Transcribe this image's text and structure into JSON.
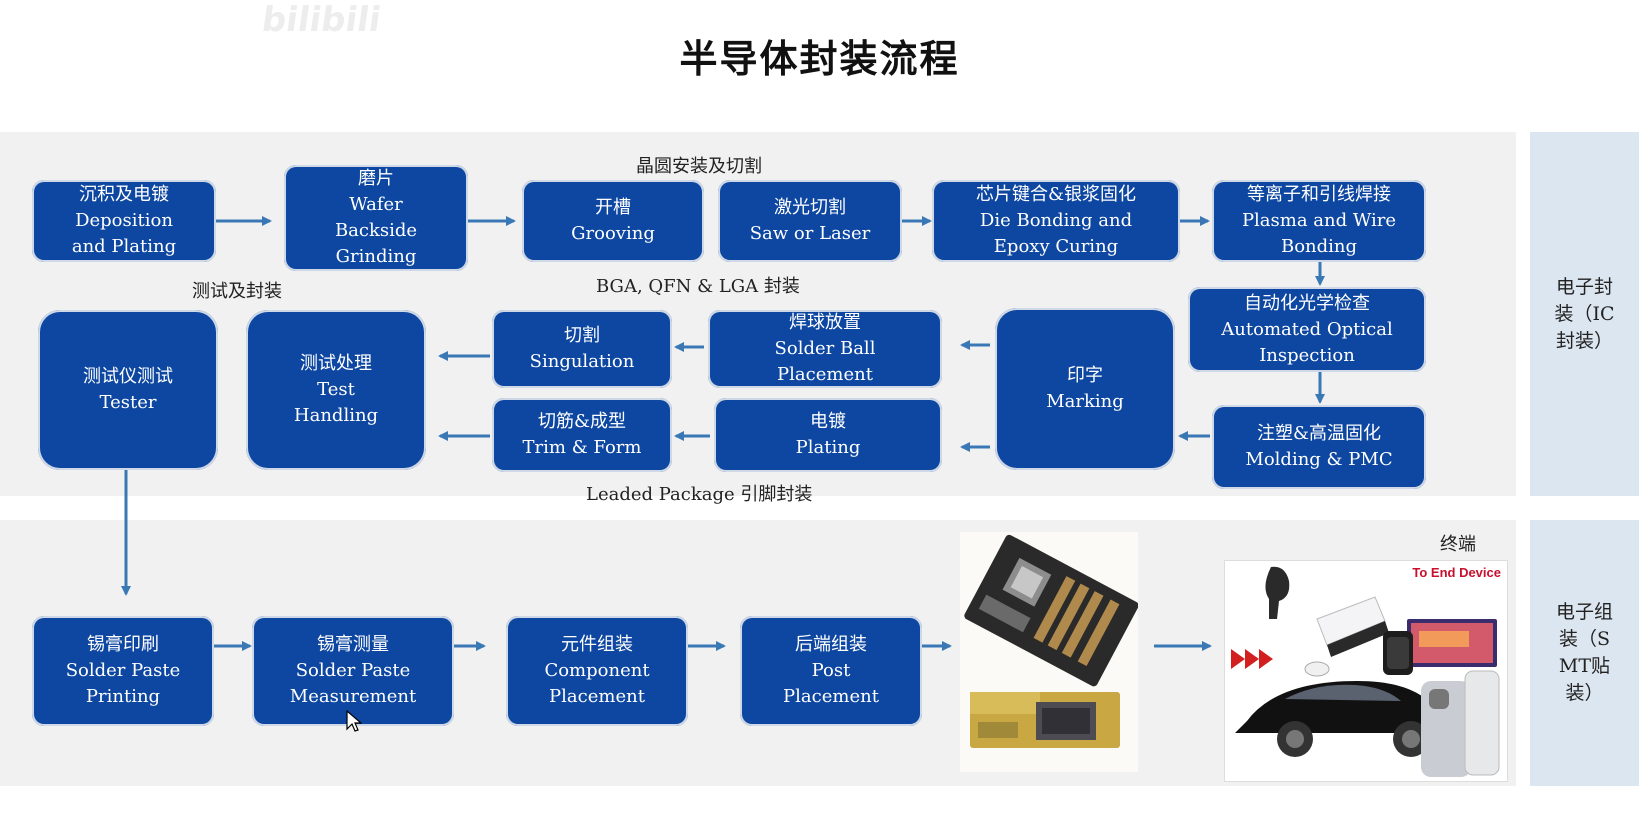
{
  "title": "半导体封装流程",
  "watermark": "bilibili",
  "side_labels": {
    "ic": "电子封装（IC封装）",
    "smt": "电子组装（SMT贴装）"
  },
  "group_labels": {
    "wafer": "晶圆安装及切割",
    "test": "测试及封装",
    "bga": "BGA, QFN & LGA 封装",
    "leaded": "Leaded Package 引脚封装",
    "terminal": "终端"
  },
  "steps": {
    "deposition": {
      "zh": "沉积及电镀",
      "en1": "Deposition",
      "en2": "and Plating"
    },
    "grinding": {
      "zh": "磨片",
      "en1": "Wafer",
      "en2": "Backside",
      "en3": "Grinding"
    },
    "grooving": {
      "zh": "开槽",
      "en1": "Grooving"
    },
    "saw": {
      "zh": "激光切割",
      "en1": "Saw or Laser"
    },
    "die": {
      "zh": "芯片键合&银浆固化",
      "en1": "Die Bonding and",
      "en2": "Epoxy Curing"
    },
    "plasma": {
      "zh": "等离子和引线焊接",
      "en1": "Plasma and Wire",
      "en2": "Bonding"
    },
    "aoi": {
      "zh": "自动化光学检查",
      "en1": "Automated Optical",
      "en2": "Inspection"
    },
    "molding": {
      "zh": "注塑&高温固化",
      "en1": "Molding & PMC"
    },
    "marking": {
      "zh": "印字",
      "en1": "Marking"
    },
    "solderball": {
      "zh": "焊球放置",
      "en1": "Solder Ball",
      "en2": "Placement"
    },
    "plating": {
      "zh": "电镀",
      "en1": "Plating"
    },
    "singulation": {
      "zh": "切割",
      "en1": "Singulation"
    },
    "trim": {
      "zh": "切筋&成型",
      "en1": "Trim & Form"
    },
    "handling": {
      "zh": "测试处理",
      "en1": "Test",
      "en2": "Handling"
    },
    "tester": {
      "zh": "测试仪测试",
      "en1": "Tester"
    },
    "printing": {
      "zh": "锡膏印刷",
      "en1": "Solder Paste",
      "en2": "Printing"
    },
    "measurement": {
      "zh": "锡膏测量",
      "en1": "Solder Paste",
      "en2": "Measurement"
    },
    "component": {
      "zh": "元件组装",
      "en1": "Component",
      "en2": "Placement"
    },
    "post": {
      "zh": "后端组装",
      "en1": "Post",
      "en2": "Placement"
    }
  },
  "end_device_label": "To End Device",
  "colors": {
    "box": "#0d47a1",
    "arrow": "#3a78b5",
    "band": "#f1f1f2",
    "side": "#dce6f0"
  }
}
